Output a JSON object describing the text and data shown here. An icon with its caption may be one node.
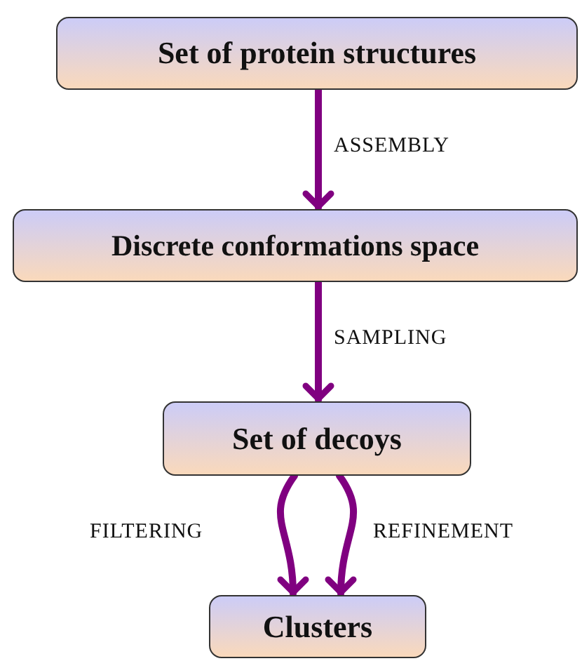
{
  "diagram": {
    "nodes": [
      {
        "text": [
          "Set of protein structures"
        ]
      },
      {
        "text": [
          "Discrete conformations space"
        ]
      },
      {
        "text": [
          "Set of decoys"
        ]
      },
      {
        "text": [
          "Clusters"
        ]
      }
    ],
    "edges": [
      {
        "from": 0,
        "to": 1,
        "arrow": "to",
        "label": "ASSEMBLY"
      },
      {
        "from": 1,
        "to": 2,
        "arrow": "to",
        "label": "SAMPLING"
      },
      {
        "from": 2,
        "to": 3,
        "arrow": "to",
        "label": "FILTERING"
      },
      {
        "from": 2,
        "to": 3,
        "arrow": "to",
        "label": "REFINEMENT"
      }
    ]
  }
}
